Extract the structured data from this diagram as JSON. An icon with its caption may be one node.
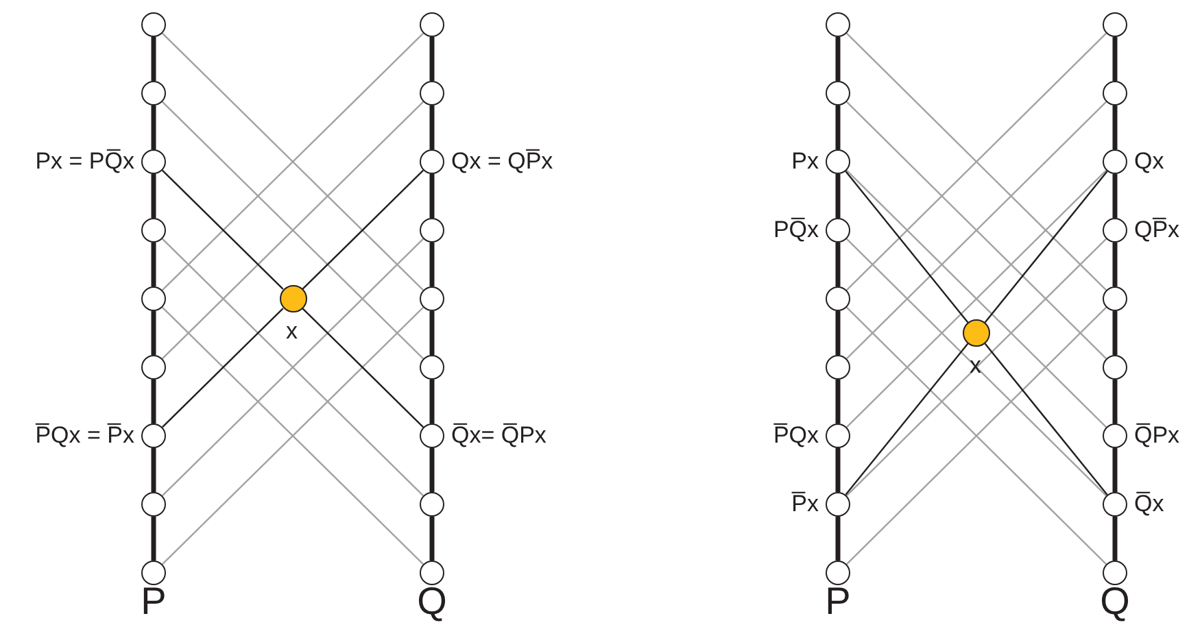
{
  "diagram": {
    "nodes": [
      {
        "text": [],
        "shape": "circle"
      },
      {
        "text": [],
        "shape": "circle"
      },
      {
        "text": [],
        "shape": "circle",
        "beside": [
          "Px = PQ̅x"
        ]
      },
      {
        "text": [],
        "shape": "circle"
      },
      {
        "text": [],
        "shape": "circle"
      },
      {
        "text": [],
        "shape": "circle"
      },
      {
        "text": [],
        "shape": "circle",
        "beside": [
          "P̅Qx = P̅x"
        ]
      },
      {
        "text": [],
        "shape": "circle"
      },
      {
        "text": [],
        "shape": "circle"
      },
      {
        "text": [],
        "shape": "circle"
      },
      {
        "text": [],
        "shape": "circle"
      },
      {
        "text": [],
        "shape": "circle",
        "beside": [
          "Qx = QP̅x"
        ]
      },
      {
        "text": [],
        "shape": "circle"
      },
      {
        "text": [],
        "shape": "circle"
      },
      {
        "text": [],
        "shape": "circle"
      },
      {
        "text": [],
        "shape": "circle",
        "beside": [
          "Q̅x= Q̅Px"
        ]
      },
      {
        "text": [],
        "shape": "circle"
      },
      {
        "text": [],
        "shape": "circle"
      },
      {
        "text": [],
        "shape": "circle",
        "beside": [
          "x"
        ]
      },
      {
        "text": [],
        "shape": "circle"
      },
      {
        "text": [],
        "shape": "circle"
      },
      {
        "text": [],
        "shape": "circle",
        "beside": [
          "Px"
        ]
      },
      {
        "text": [],
        "shape": "circle",
        "beside": [
          "PQ̅x"
        ]
      },
      {
        "text": [],
        "shape": "circle"
      },
      {
        "text": [],
        "shape": "circle"
      },
      {
        "text": [],
        "shape": "circle",
        "beside": [
          "P̅Qx"
        ]
      },
      {
        "text": [],
        "shape": "circle",
        "beside": [
          "P̅x"
        ]
      },
      {
        "text": [],
        "shape": "circle"
      },
      {
        "text": [],
        "shape": "circle"
      },
      {
        "text": [],
        "shape": "circle"
      },
      {
        "text": [],
        "shape": "circle",
        "beside": [
          "Qx"
        ]
      },
      {
        "text": [],
        "shape": "circle",
        "beside": [
          "QP̅x"
        ]
      },
      {
        "text": [],
        "shape": "circle"
      },
      {
        "text": [],
        "shape": "circle"
      },
      {
        "text": [],
        "shape": "circle",
        "beside": [
          "Q̅Px"
        ]
      },
      {
        "text": [],
        "shape": "circle",
        "beside": [
          "Q̅x"
        ]
      },
      {
        "text": [],
        "shape": "circle"
      },
      {
        "text": [],
        "shape": "circle",
        "beside": [
          "x"
        ]
      }
    ],
    "edges": [
      {
        "from": 0,
        "to": 1,
        "arrow": "none"
      },
      {
        "from": 1,
        "to": 2,
        "arrow": "none"
      },
      {
        "from": 2,
        "to": 3,
        "arrow": "none"
      },
      {
        "from": 3,
        "to": 4,
        "arrow": "none"
      },
      {
        "from": 4,
        "to": 5,
        "arrow": "none"
      },
      {
        "from": 5,
        "to": 6,
        "arrow": "none"
      },
      {
        "from": 6,
        "to": 7,
        "arrow": "none"
      },
      {
        "from": 7,
        "to": 8,
        "arrow": "none"
      },
      {
        "from": 9,
        "to": 10,
        "arrow": "none"
      },
      {
        "from": 10,
        "to": 11,
        "arrow": "none"
      },
      {
        "from": 11,
        "to": 12,
        "arrow": "none"
      },
      {
        "from": 12,
        "to": 13,
        "arrow": "none"
      },
      {
        "from": 13,
        "to": 14,
        "arrow": "none"
      },
      {
        "from": 14,
        "to": 15,
        "arrow": "none"
      },
      {
        "from": 15,
        "to": 16,
        "arrow": "none"
      },
      {
        "from": 16,
        "to": 17,
        "arrow": "none"
      },
      {
        "from": 0,
        "to": 13,
        "arrow": "none",
        "color": "#a3a3a3"
      },
      {
        "from": 1,
        "to": 14,
        "arrow": "none",
        "color": "#a3a3a3"
      },
      {
        "from": 3,
        "to": 16,
        "arrow": "none",
        "color": "#a3a3a3"
      },
      {
        "from": 4,
        "to": 17,
        "arrow": "none",
        "color": "#a3a3a3"
      },
      {
        "from": 9,
        "to": 4,
        "arrow": "none",
        "color": "#a3a3a3"
      },
      {
        "from": 10,
        "to": 5,
        "arrow": "none",
        "color": "#a3a3a3"
      },
      {
        "from": 12,
        "to": 7,
        "arrow": "none",
        "color": "#a3a3a3"
      },
      {
        "from": 13,
        "to": 8,
        "arrow": "none",
        "color": "#a3a3a3"
      },
      {
        "from": 2,
        "to": 18,
        "arrow": "none"
      },
      {
        "from": 18,
        "to": 15,
        "arrow": "none"
      },
      {
        "from": 11,
        "to": 18,
        "arrow": "none"
      },
      {
        "from": 18,
        "to": 6,
        "arrow": "none"
      },
      {
        "from": 19,
        "to": 20,
        "arrow": "none"
      },
      {
        "from": 20,
        "to": 21,
        "arrow": "none"
      },
      {
        "from": 21,
        "to": 22,
        "arrow": "none"
      },
      {
        "from": 22,
        "to": 23,
        "arrow": "none"
      },
      {
        "from": 23,
        "to": 24,
        "arrow": "none"
      },
      {
        "from": 24,
        "to": 25,
        "arrow": "none"
      },
      {
        "from": 25,
        "to": 26,
        "arrow": "none"
      },
      {
        "from": 26,
        "to": 27,
        "arrow": "none"
      },
      {
        "from": 28,
        "to": 29,
        "arrow": "none"
      },
      {
        "from": 29,
        "to": 30,
        "arrow": "none"
      },
      {
        "from": 30,
        "to": 31,
        "arrow": "none"
      },
      {
        "from": 31,
        "to": 32,
        "arrow": "none"
      },
      {
        "from": 32,
        "to": 33,
        "arrow": "none"
      },
      {
        "from": 33,
        "to": 34,
        "arrow": "none"
      },
      {
        "from": 34,
        "to": 35,
        "arrow": "none"
      },
      {
        "from": 35,
        "to": 36,
        "arrow": "none"
      },
      {
        "from": 19,
        "to": 32,
        "arrow": "none",
        "color": "#a3a3a3"
      },
      {
        "from": 20,
        "to": 33,
        "arrow": "none",
        "color": "#a3a3a3"
      },
      {
        "from": 21,
        "to": 34,
        "arrow": "none",
        "color": "#a3a3a3"
      },
      {
        "from": 22,
        "to": 35,
        "arrow": "none",
        "color": "#a3a3a3"
      },
      {
        "from": 23,
        "to": 36,
        "arrow": "none",
        "color": "#a3a3a3"
      },
      {
        "from": 28,
        "to": 23,
        "arrow": "none",
        "color": "#a3a3a3"
      },
      {
        "from": 29,
        "to": 24,
        "arrow": "none",
        "color": "#a3a3a3"
      },
      {
        "from": 30,
        "to": 25,
        "arrow": "none",
        "color": "#a3a3a3"
      },
      {
        "from": 31,
        "to": 26,
        "arrow": "none",
        "color": "#a3a3a3"
      },
      {
        "from": 32,
        "to": 27,
        "arrow": "none",
        "color": "#a3a3a3"
      },
      {
        "from": 21,
        "to": 37,
        "arrow": "none"
      },
      {
        "from": 37,
        "to": 35,
        "arrow": "none"
      },
      {
        "from": 30,
        "to": 37,
        "arrow": "none"
      },
      {
        "from": 37,
        "to": 26,
        "arrow": "none"
      }
    ],
    "labels": [
      "P",
      "Q",
      "P",
      "Q"
    ]
  }
}
